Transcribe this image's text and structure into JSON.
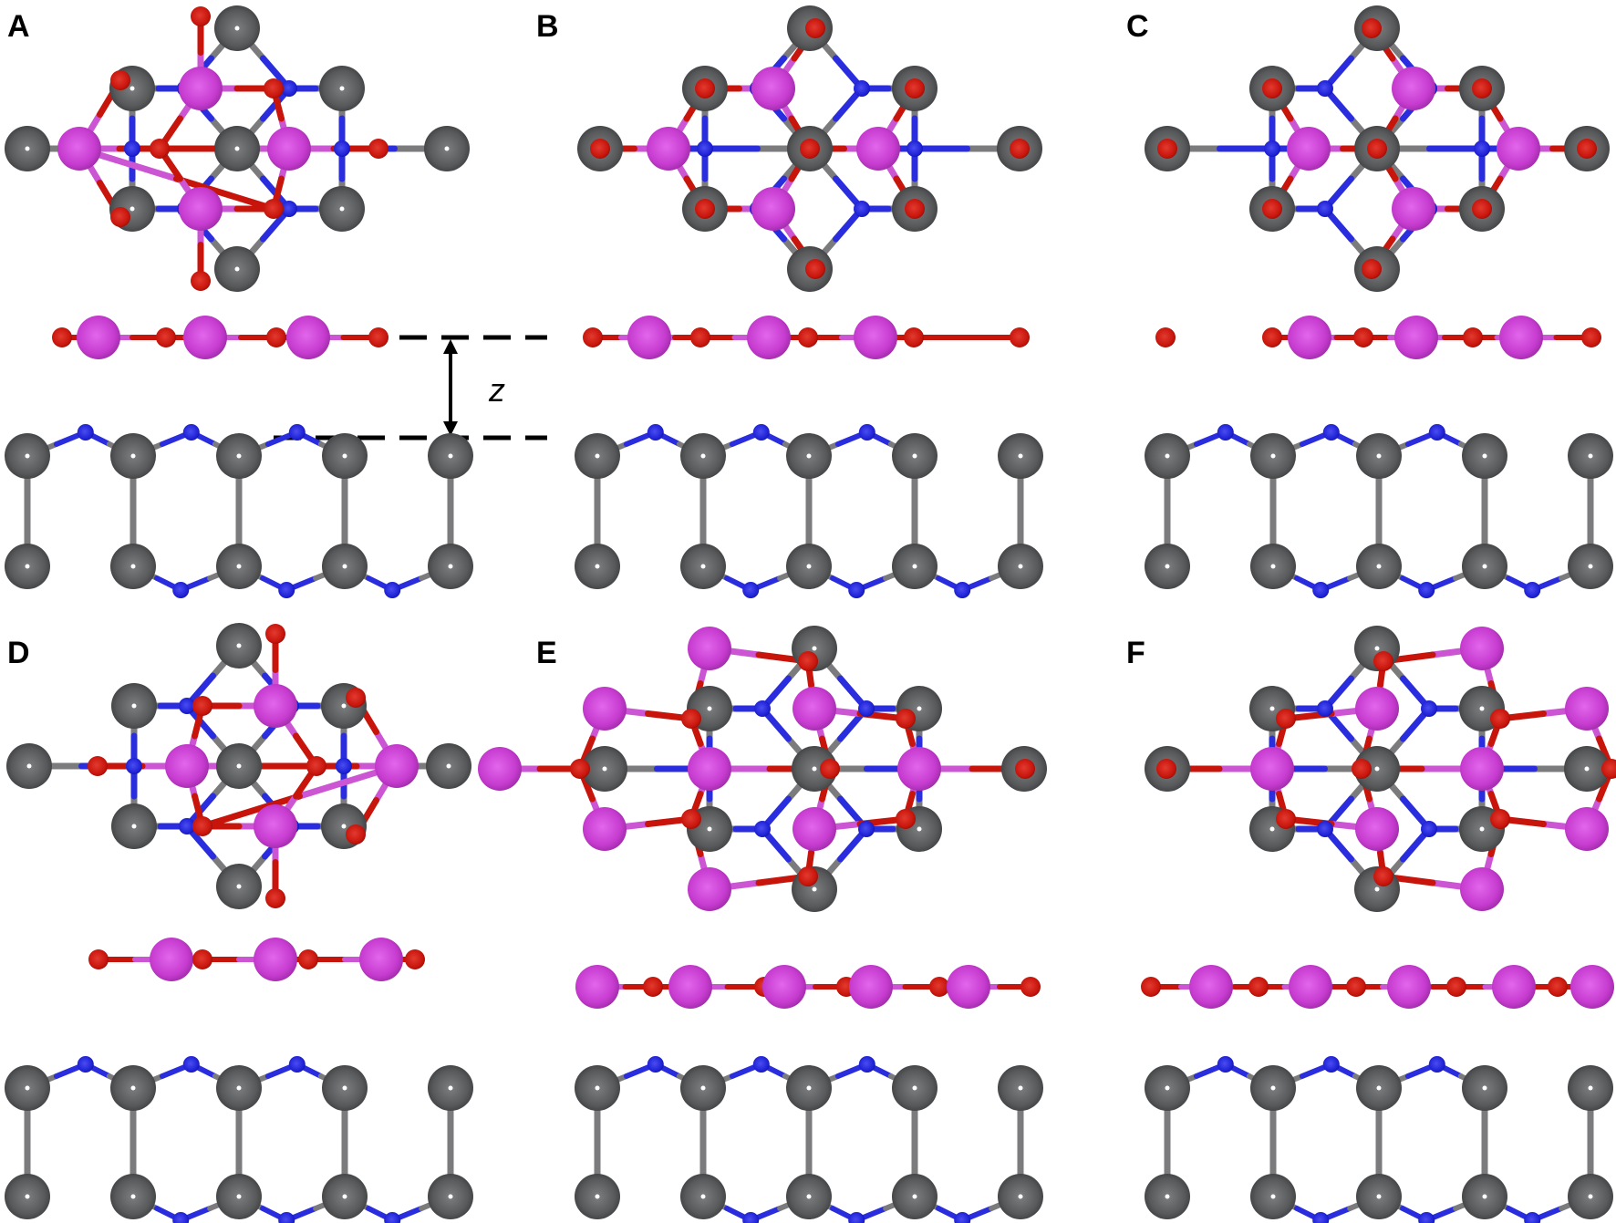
{
  "panels": [
    {
      "label": "A"
    },
    {
      "label": "B"
    },
    {
      "label": "C"
    },
    {
      "label": "D"
    },
    {
      "label": "E"
    },
    {
      "label": "F"
    }
  ],
  "separation_label": "z",
  "colors": {
    "gray_atom": "#5b5c5e",
    "magenta_atom": "#c63bcf",
    "red_atom": "#c8150c",
    "blue_atom": "#1f22d6",
    "gray_bond": "#7b7b7d",
    "magenta_bond": "#cc55d4",
    "red_bond": "#c8150c",
    "blue_bond": "#2a2ddd"
  }
}
